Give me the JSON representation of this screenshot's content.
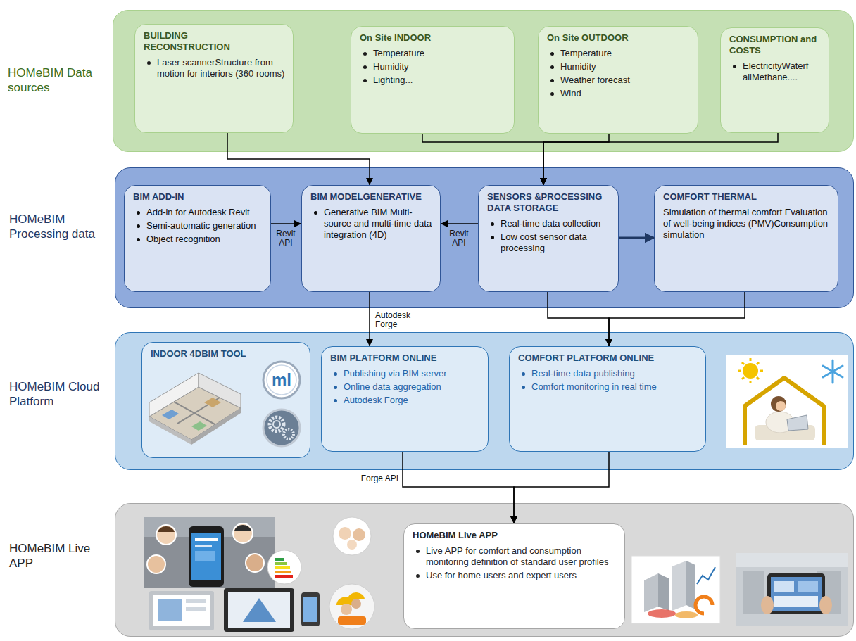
{
  "diagram": {
    "nodes": [
      {
        "text": [
          "HOMeBIM Data sources"
        ]
      },
      {
        "text": [
          "BUILDING RECONSTRUCTION",
          "Laser scannerStructure from motion for interiors (360 rooms)"
        ],
        "in": 0
      },
      {
        "text": [
          "On Site INDOOR",
          "Temperature",
          "Humidity",
          "Lighting..."
        ],
        "in": 0
      },
      {
        "text": [
          "On Site OUTDOOR",
          "Temperature",
          "Humidity",
          "Weather forecast",
          "Wind"
        ],
        "in": 0
      },
      {
        "text": [
          "CONSUMPTION and COSTS",
          "ElectricityWaterf allMethane...."
        ],
        "in": 0
      },
      {
        "text": [
          "HOMeBIM Processing data"
        ]
      },
      {
        "text": [
          "BIM ADD-IN",
          "Add-in for Autodesk Revit",
          "Semi-automatic generation",
          "Object recognition"
        ],
        "in": 5
      },
      {
        "text": [
          "BIM MODELGENERATIVE",
          "Generative BIM Multi-source and multi-time data integration (4D)"
        ],
        "in": 5
      },
      {
        "text": [
          "SENSORS &PROCESSING DATA STORAGE",
          "Real-time data collection",
          "Low cost sensor data processing"
        ],
        "in": 5
      },
      {
        "text": [
          "COMFORT THERMAL",
          "Simulation of thermal comfort Evaluation of well-being indices (PMV)Consumption simulation"
        ],
        "in": 5
      },
      {
        "text": [
          "HOMeBIM Cloud Platform"
        ]
      },
      {
        "text": [
          "INDOOR 4DBIM TOOL"
        ],
        "in": 10
      },
      {
        "text": [
          "BIM PLATFORM ONLINE",
          "Publishing via BIM server",
          "Online data aggregation",
          "Autodesk Forge"
        ],
        "in": 10
      },
      {
        "text": [
          "COMFORT PLATFORM ONLINE",
          "Real-time data publishing",
          "Comfort monitoring in real time"
        ],
        "in": 10
      },
      {
        "text": [
          "HOMeBIM Live APP"
        ]
      },
      {
        "text": [
          "HOMeBIM Live APP",
          "Live APP for comfort and consumption monitoring definition of standard user profiles",
          "Use for home users and expert users"
        ],
        "in": 14
      }
    ],
    "edges": [
      {
        "from": 1,
        "to": 7,
        "arrow": "to"
      },
      {
        "from": 2,
        "to": 8,
        "arrow": "to"
      },
      {
        "from": 3,
        "to": 8,
        "arrow": "to"
      },
      {
        "from": 4,
        "to": 8,
        "arrow": "to"
      },
      {
        "from": 6,
        "to": 7,
        "label": "Revit API",
        "arrow": "to"
      },
      {
        "from": 8,
        "to": 7,
        "label": "Revit API",
        "arrow": "to"
      },
      {
        "from": 8,
        "to": 9,
        "arrow": "to"
      },
      {
        "from": 7,
        "to": 12,
        "label": "Autodesk Forge",
        "arrow": "to"
      },
      {
        "from": 8,
        "to": 13,
        "arrow": "to"
      },
      {
        "from": 9,
        "to": 13,
        "arrow": "to"
      },
      {
        "from": 12,
        "to": 15,
        "label": "Forge API",
        "arrow": "to"
      },
      {
        "from": 13,
        "to": 15,
        "arrow": "to"
      }
    ],
    "labels": [
      "ml"
    ]
  }
}
